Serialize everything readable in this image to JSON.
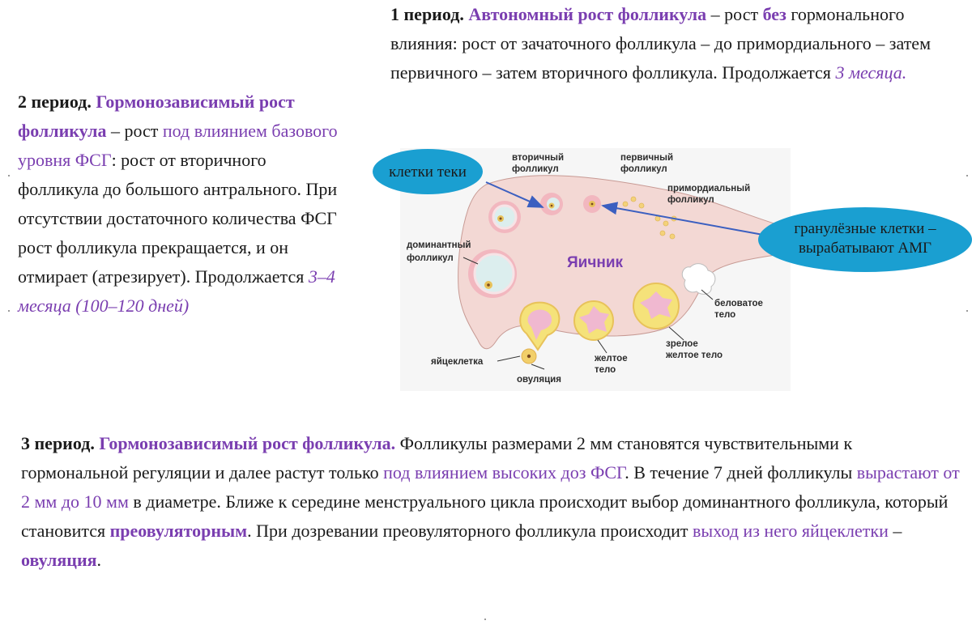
{
  "period1": {
    "label": "1 период.",
    "title": "Автономный рост фолликула",
    "t1": " – рост ",
    "without": "без",
    "t2": " гормонального влияния: рост от зачаточного фолликула – до примордиального – затем первичного – затем вторичного фолликула. Продолжается ",
    "duration": "3 месяца."
  },
  "period2": {
    "label": "2 период.",
    "title": "Гормонозависимый рост фолликула",
    "t1": " – рост ",
    "influence": "под влиянием базового уровня ФСГ",
    "t2": ": рост от вторичного фолликула до большого антрального. При отсутствии достаточного количества ФСГ рост фолликула прекращается, и он отмирает (атрезирует). Продолжается ",
    "duration": "3–4 месяца (100–120 дней)"
  },
  "period3": {
    "label": "3 период.",
    "title": "Гормонозависимый рост фолликула.",
    "t1": " Фолликулы размерами 2 мм становятся чувствительными к гормональной регуляции и далее растут только ",
    "high_fsh": "под влиянием высоких доз ФСГ",
    "t2": ". В течение 7 дней фолликулы ",
    "growth": "вырастают от 2 мм до 10 мм",
    "t3": " в диаметре. Ближе к середине менструального цикла происходит выбор доминантного фолликула, который становится ",
    "preovulatory": "преовуляторным",
    "t4": ". При дозревании преовуляторного фолликула происходит ",
    "exit": "выход из него яйцеклетки",
    "t5": " – ",
    "ovulation": "овуляция",
    "t6": "."
  },
  "diagram": {
    "ovary_label": "Яичник",
    "secondary_l1": "вторичный",
    "secondary_l2": "фолликул",
    "primary_l1": "первичный",
    "primary_l2": "фолликул",
    "primordial_l1": "примордиальный",
    "primordial_l2": "фолликул",
    "dominant_l1": "доминантный",
    "dominant_l2": "фолликул",
    "white_l1": "беловатое",
    "white_l2": "тело",
    "mature_l1": "зрелое",
    "mature_l2": "желтое тело",
    "yellow_l1": "желтое",
    "yellow_l2": "тело",
    "egg": "яйцеклетка",
    "ovulation": "овуляция",
    "theca": "клетки теки",
    "granulosa_l1": "гранулёзные клетки –",
    "granulosa_l2": "вырабатывают АМГ"
  },
  "colors": {
    "accent": "#7a3eb0",
    "bubble": "#1a9fd1",
    "arrow": "#3b5fc0",
    "ovary_fill": "#f3d8d4",
    "corpus_yellow": "#f5e27a"
  }
}
